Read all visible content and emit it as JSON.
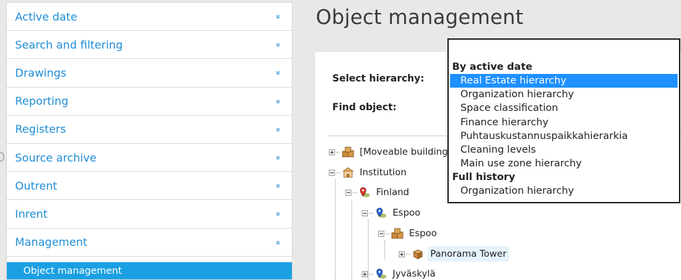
{
  "sidebar": {
    "items": [
      {
        "label": "Active date",
        "chevron": "double-down"
      },
      {
        "label": "Search and filtering",
        "chevron": "double-down"
      },
      {
        "label": "Drawings",
        "chevron": "double-down"
      },
      {
        "label": "Reporting",
        "chevron": "double-down"
      },
      {
        "label": "Registers",
        "chevron": "double-down"
      },
      {
        "label": "Source archive",
        "chevron": "double-down"
      },
      {
        "label": "Outrent",
        "chevron": "double-down"
      },
      {
        "label": "Inrent",
        "chevron": "double-down"
      },
      {
        "label": "Management",
        "chevron": "double-up"
      }
    ],
    "sub_item": "Object management",
    "chevron_down": "»",
    "chevron_up": "«"
  },
  "main": {
    "title": "Object management",
    "select_hierarchy_label": "Select hierarchy:",
    "find_object_label": "Find object:"
  },
  "tree": [
    {
      "label": "[Moveable buildings",
      "icon": "boxes-icon"
    },
    {
      "label": "Institution",
      "icon": "building-icon"
    },
    {
      "label": "Finland",
      "icon": "red-pin-icon"
    },
    {
      "label": "Espoo",
      "icon": "blue-pin-icon"
    },
    {
      "label": "Espoo",
      "icon": "boxes-icon"
    },
    {
      "label": "Panorama Tower",
      "icon": "box-icon"
    },
    {
      "label": "Jyväskylä",
      "icon": "blue-pin-icon"
    }
  ],
  "dropdown": {
    "groups": [
      {
        "label": "By active date",
        "options": [
          "Real Estate hierarchy",
          "Organization hierarchy",
          "Space classification",
          "Finance hierarchy",
          "Puhtauskustannuspaikkahierarkia",
          "Cleaning levels",
          "Main use zone hierarchy"
        ]
      },
      {
        "label": "Full history",
        "options": [
          "Organization hierarchy"
        ]
      }
    ],
    "selected": "Real Estate hierarchy"
  },
  "colors": {
    "accent": "#1f8dd6",
    "active_bg": "#1aa0e2",
    "selected_option": "#1e90ff"
  }
}
